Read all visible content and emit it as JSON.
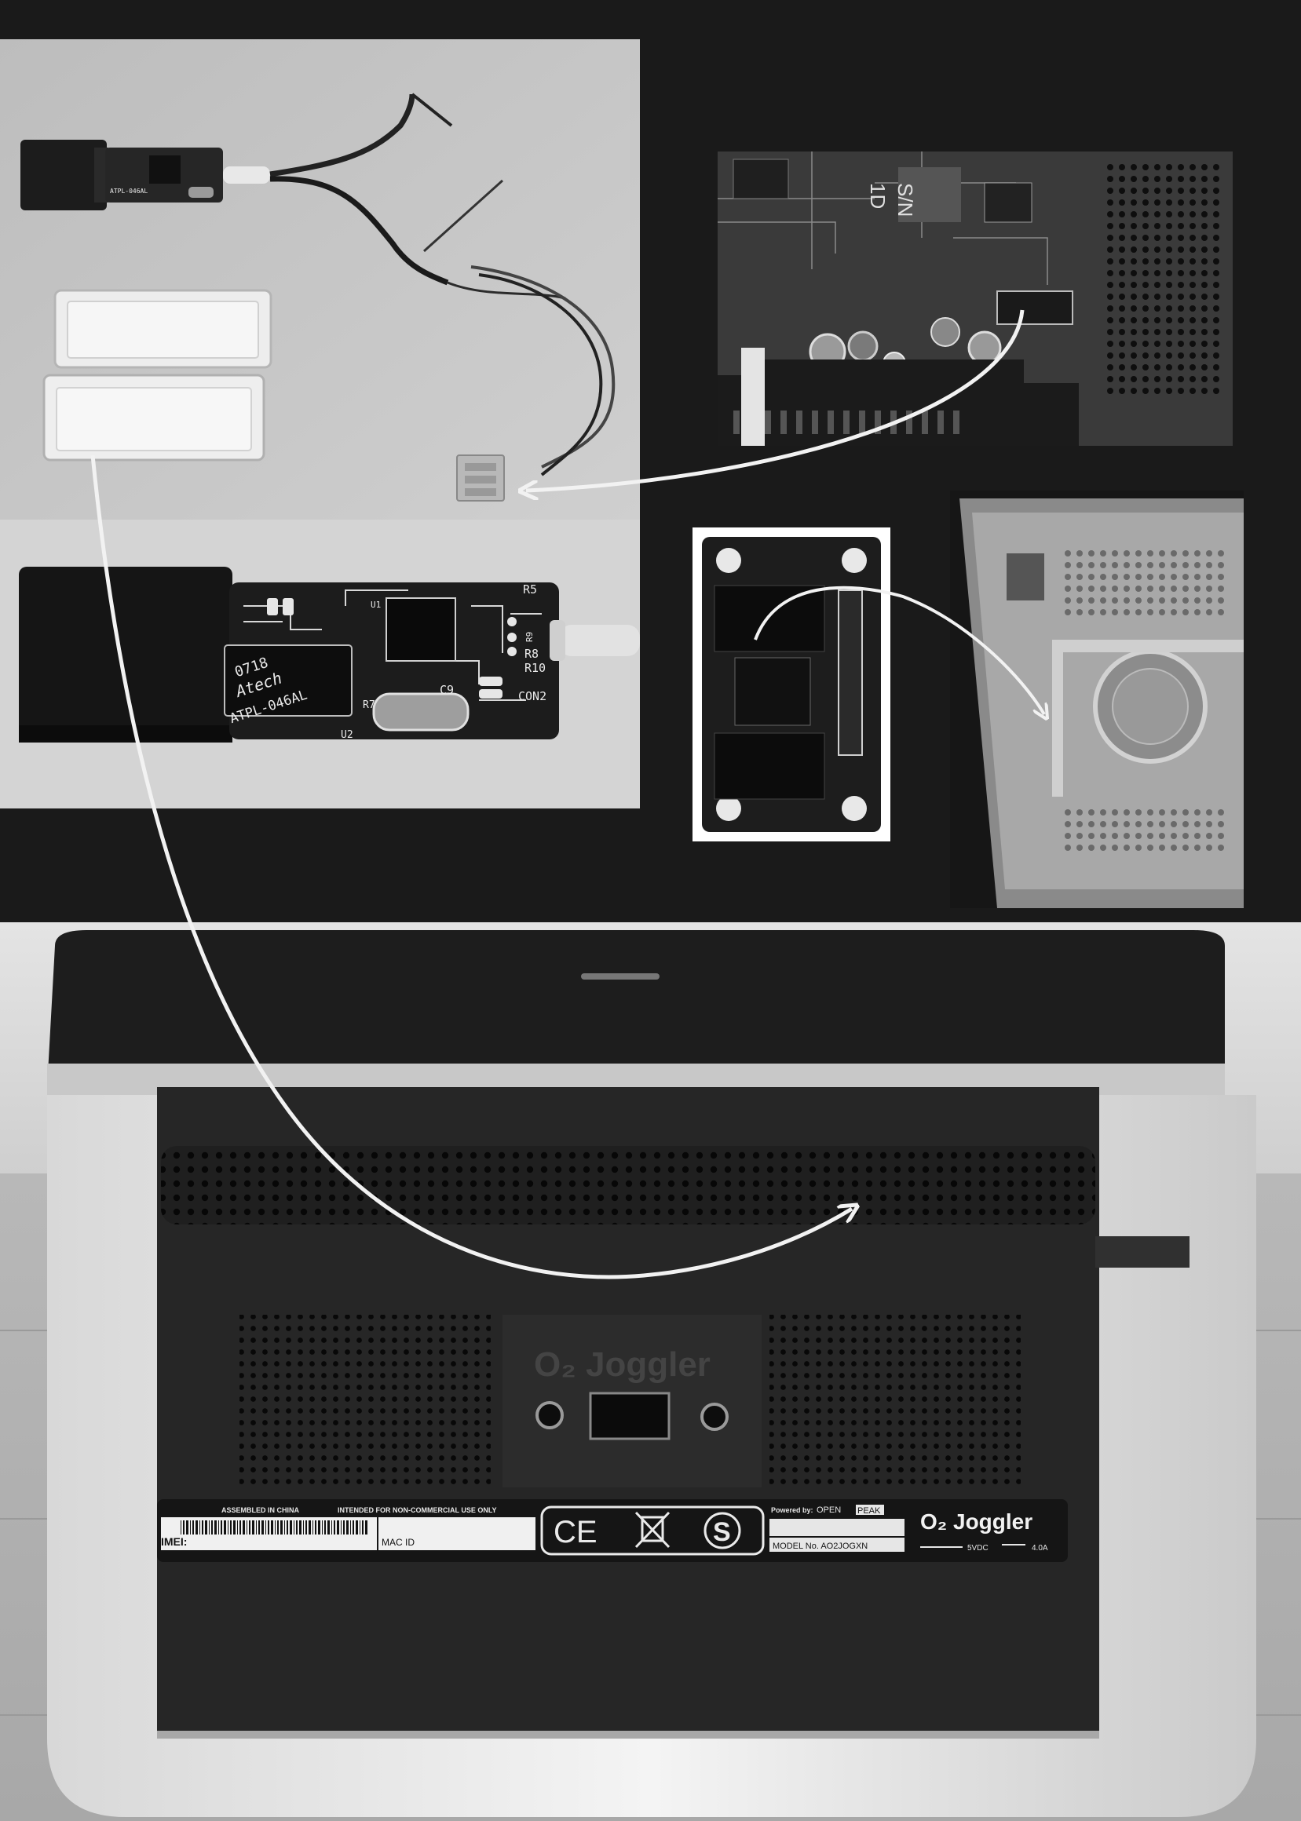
{
  "cable_panel": {
    "chip_label_small": "ATPL-046AL"
  },
  "adapter_closeup": {
    "chip_line_1": "0718",
    "chip_line_2": "Atech",
    "chip_line_3": "ATPL-046AL",
    "labels": {
      "r5": "R5",
      "r9": "R9",
      "r8": "R8",
      "r10": "R10",
      "c9": "C9",
      "con2": "CON2",
      "r7": "R7",
      "u2": "U2",
      "u1": "U1"
    }
  },
  "mainboard": {
    "silk_1": "1D",
    "silk_2": "S/N"
  },
  "device": {
    "brand_logo": "O₂ Joggler",
    "port_labels": [
      "dc-power-icon",
      "ethernet-icon",
      "audio-icon"
    ],
    "sticker": {
      "assembled": "ASSEMBLED IN CHINA",
      "intended": "INTENDED FOR NON-COMMERCIAL USE ONLY",
      "imei_prefix": "IMEI:",
      "mac_label": "MAC ID",
      "cert_marks": [
        "CE",
        "WEEE",
        "S"
      ],
      "powered_by": "Powered by:",
      "openpeak_open": "OPEN",
      "openpeak_peak": "PEAK",
      "model": "MODEL No.  AO2JOGXN",
      "power_rating": "5VDC",
      "current_rating": "4.0A"
    }
  },
  "colors": {
    "background": "#1a1a1a",
    "photo_bg": "#c9c9c9",
    "arrow": "#f2f2f2"
  }
}
